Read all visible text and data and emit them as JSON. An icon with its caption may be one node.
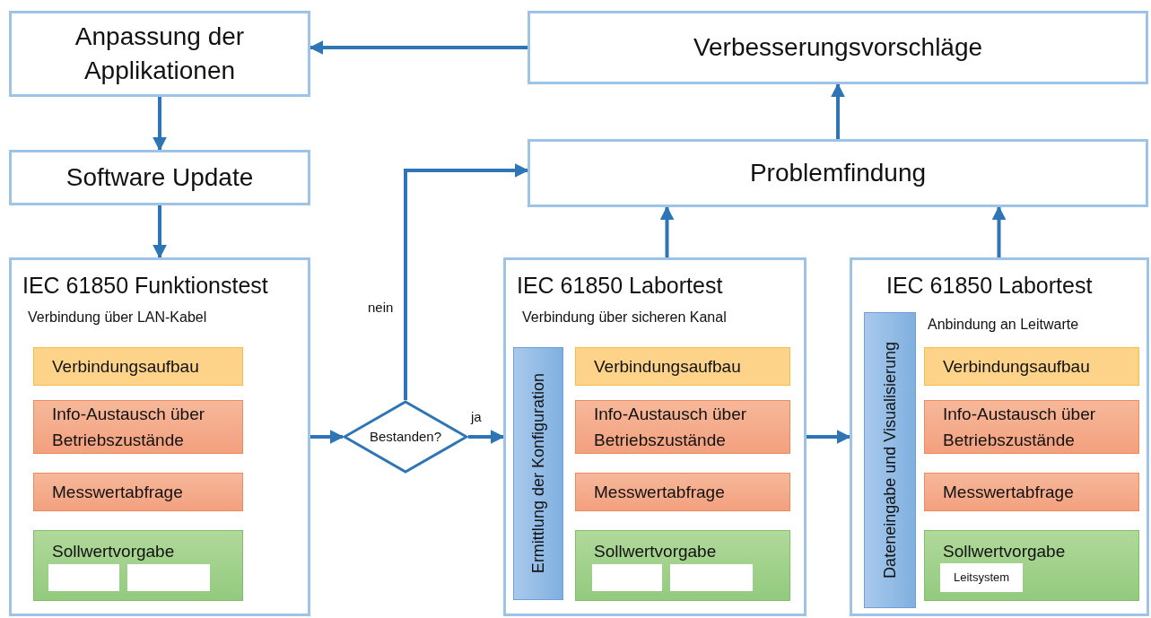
{
  "diagram": {
    "nodes": [
      {
        "text": [
          "Anpassung der Applikationen"
        ]
      },
      {
        "text": [
          "Verbesserungsvorschläge"
        ]
      },
      {
        "text": [
          "Software Update"
        ]
      },
      {
        "text": [
          "Problemfindung"
        ]
      },
      {
        "text": [
          "IEC 61850 Funktionstest",
          "Verbindung über LAN-Kabel"
        ]
      },
      {
        "text": [
          "Verbindungsaufbau"
        ],
        "in": 4
      },
      {
        "text": [
          "Info-Austausch über Betriebszustände"
        ],
        "in": 4
      },
      {
        "text": [
          "Messwertabfrage"
        ],
        "in": 4
      },
      {
        "text": [
          "Sollwertvorgabe"
        ],
        "in": 4
      },
      {
        "text": [],
        "shape": "box",
        "in": 8
      },
      {
        "text": [],
        "shape": "box",
        "in": 8
      },
      {
        "text": [
          "Bestanden?"
        ]
      },
      {
        "text": [
          "IEC 61850 Labortest",
          "Verbindung über sicheren Kanal"
        ]
      },
      {
        "text": [
          "Ermittlung der Konfiguration"
        ],
        "in": 12
      },
      {
        "text": [
          "Verbindungsaufbau"
        ],
        "in": 12
      },
      {
        "text": [
          "Info-Austausch über Betriebszustände"
        ],
        "in": 12
      },
      {
        "text": [
          "Messwertabfrage"
        ],
        "in": 12
      },
      {
        "text": [
          "Sollwertvorgabe"
        ],
        "in": 12
      },
      {
        "text": [],
        "shape": "box",
        "in": 17
      },
      {
        "text": [],
        "shape": "box",
        "in": 17
      },
      {
        "text": [
          "IEC 61850 Labortest",
          "Anbindung an Leitwarte"
        ]
      },
      {
        "text": [
          "Dateneingabe und Visualisierung"
        ],
        "in": 20
      },
      {
        "text": [
          "Verbindungsaufbau"
        ],
        "in": 20
      },
      {
        "text": [
          "Info-Austausch über Betriebszustände"
        ],
        "in": 20
      },
      {
        "text": [
          "Messwertabfrage"
        ],
        "in": 20
      },
      {
        "text": [
          "Sollwertvorgabe"
        ],
        "in": 20
      },
      {
        "text": [
          "Leitsystem"
        ],
        "in": 25
      }
    ],
    "edges": [
      {
        "from": 1,
        "to": 0,
        "arrow": "to"
      },
      {
        "from": 0,
        "to": 2,
        "arrow": "to"
      },
      {
        "from": 2,
        "to": 4,
        "arrow": "to"
      },
      {
        "from": 4,
        "to": 11,
        "arrow": "to"
      },
      {
        "from": 11,
        "to": 12,
        "arrow": "to",
        "label": "ja"
      },
      {
        "from": 11,
        "to": 3,
        "arrow": "to",
        "label": "nein"
      },
      {
        "from": 12,
        "to": 3,
        "arrow": "to"
      },
      {
        "from": 12,
        "to": 20,
        "arrow": "to"
      },
      {
        "from": 20,
        "to": 3,
        "arrow": "to"
      },
      {
        "from": 3,
        "to": 1,
        "arrow": "to"
      }
    ]
  }
}
